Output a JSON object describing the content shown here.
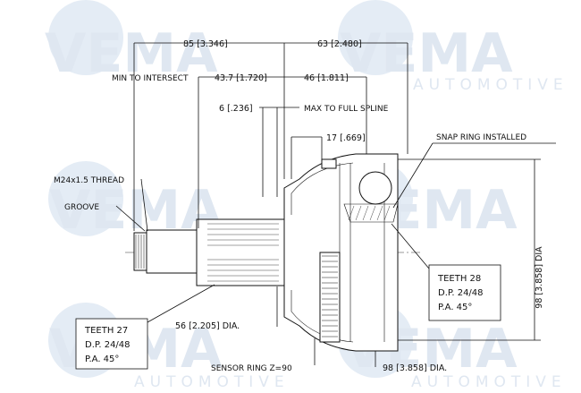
{
  "watermark": {
    "brand": "VEMA",
    "subtitle": "AUTOMOTIVE"
  },
  "dimensions": {
    "overall_left": "85 [3.346]",
    "overall_right": "63 [2.480]",
    "min_to_intersect_label": "MIN TO INTERSECT",
    "min_to_intersect_value": "43.7 [1.720]",
    "right_inner": "46 [1.811]",
    "thread_offset": "6 [.236]",
    "max_to_full_spline": "MAX TO FULL SPLINE",
    "spline_offset": "17 [.669]",
    "thread": "M24x1.5 THREAD",
    "groove": "GROOVE",
    "snap_ring": "SNAP RING INSTALLED",
    "shaft_dia": "56 [2.205] DIA.",
    "sensor_ring": "SENSOR RING Z=90",
    "housing_dia_bottom": "98 [3.858] DIA.",
    "housing_dia_right": "98 [3.858] DIA"
  },
  "outer_spline_box": {
    "teeth": "TEETH 27",
    "dp": "D.P. 24/48",
    "pa": "P.A. 45°"
  },
  "inner_spline_box": {
    "teeth": "TEETH 28",
    "dp": "D.P. 24/48",
    "pa": "P.A. 45°"
  }
}
